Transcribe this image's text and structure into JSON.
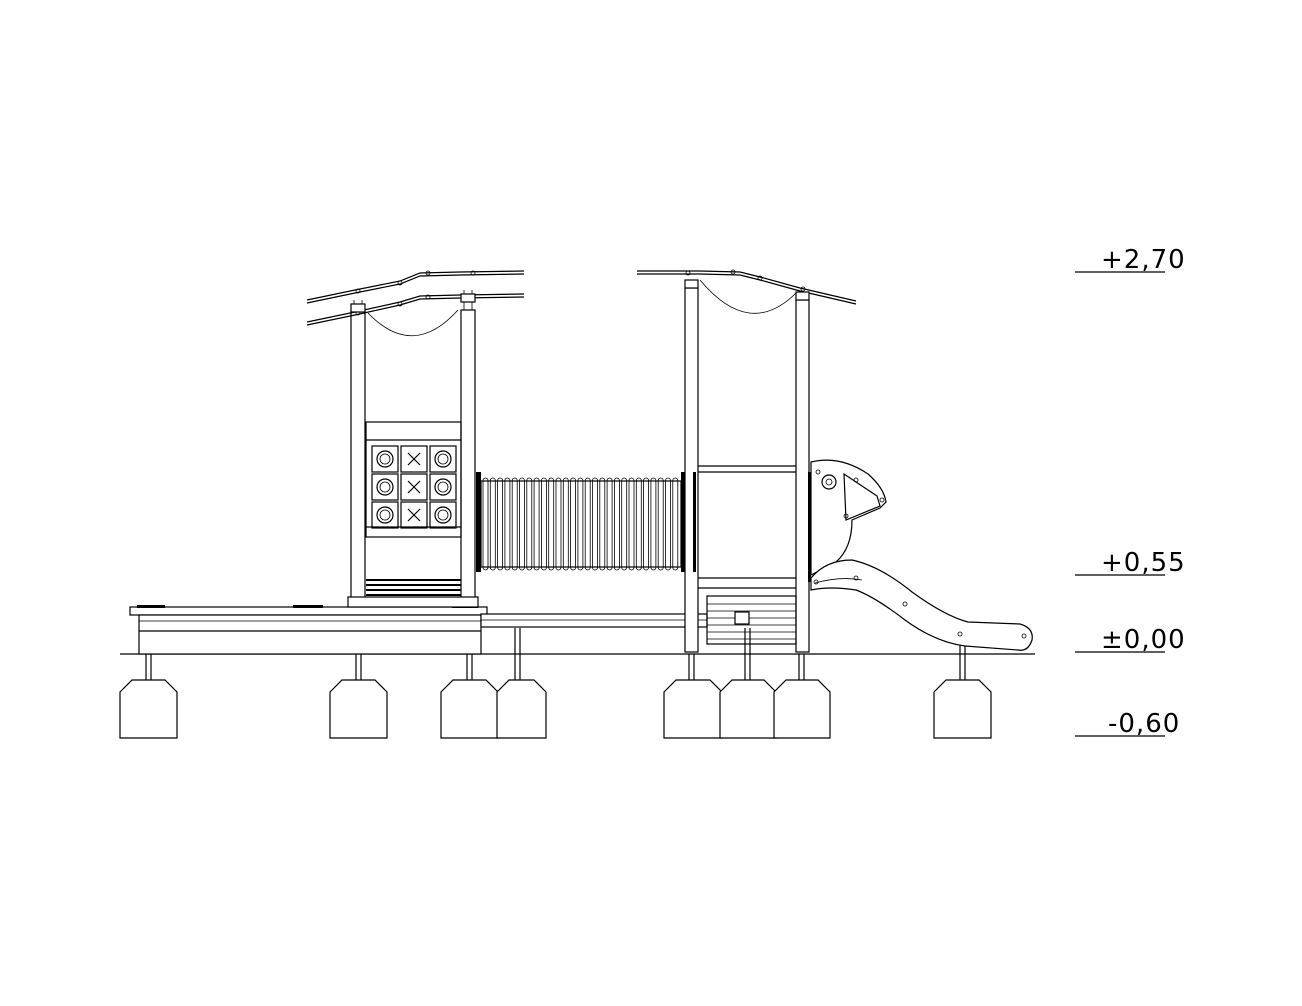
{
  "drawing": {
    "level_markers": [
      {
        "label": "+2,70"
      },
      {
        "label": "+0,55"
      },
      {
        "label": "±0,00"
      },
      {
        "label": "-0,60"
      }
    ]
  }
}
